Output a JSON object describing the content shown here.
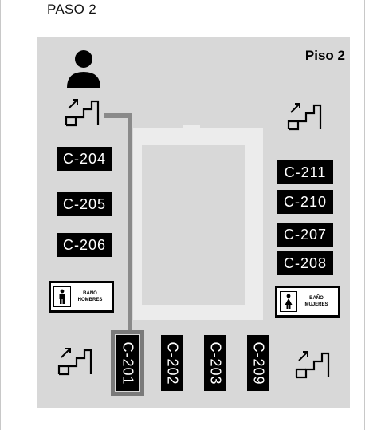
{
  "step_title": "PASO 2",
  "floor_label": "Piso 2",
  "rooms_left": [
    "C-204",
    "C-205",
    "C-206"
  ],
  "rooms_right": [
    "C-211",
    "C-210",
    "C-207",
    "C-208"
  ],
  "rooms_bottom": [
    "C-201",
    "C-202",
    "C-203",
    "C-209"
  ],
  "highlighted_room": "C-201",
  "restrooms": {
    "men": {
      "line1": "BAÑO",
      "line2": "HOMBRES"
    },
    "women": {
      "line1": "BAÑO",
      "line2": "MUJERES"
    }
  },
  "icons": {
    "you_are_here": "person-icon",
    "stairs": "stairs-up-icon",
    "men": "man-icon",
    "women": "woman-icon"
  },
  "colors": {
    "map_background": "#d8d8d8",
    "courtyard": "#ececec",
    "route": "#8a8a8a",
    "room_fill": "#000000",
    "room_text": "#ffffff"
  }
}
